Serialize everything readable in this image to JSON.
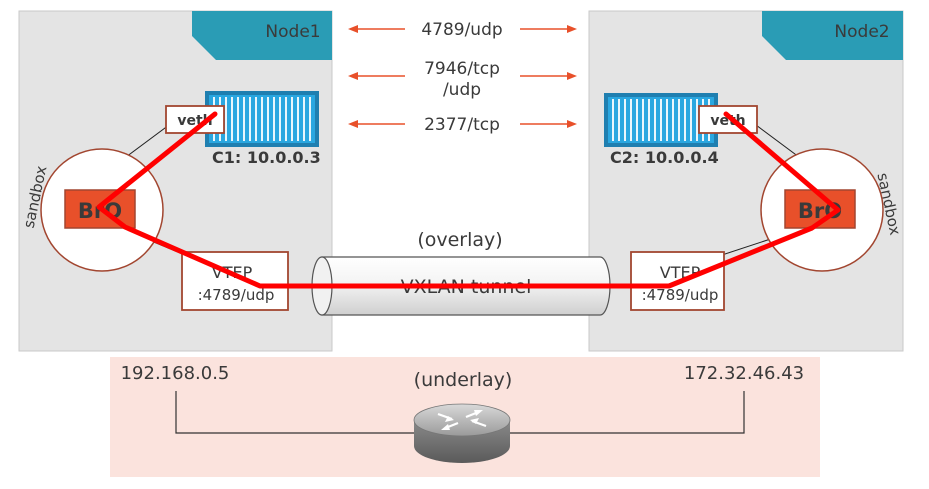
{
  "nodes": {
    "node1": {
      "title": "Node1",
      "container_label": "C1: 10.0.0.3",
      "veth_label": "veth",
      "bridge_label": "BrO",
      "sandbox_label": "sandbox",
      "vtep_label": "VTEP",
      "vtep_port": ":4789/udp",
      "ip": "192.168.0.5"
    },
    "node2": {
      "title": "Node2",
      "container_label": "C2: 10.0.0.4",
      "veth_label": "veth",
      "bridge_label": "BrO",
      "sandbox_label": "sandbox",
      "vtep_label": "VTEP",
      "vtep_port": ":4789/udp",
      "ip": "172.32.46.43"
    }
  },
  "ports": [
    {
      "lines": [
        "4789/udp"
      ]
    },
    {
      "lines": [
        "7946/tcp",
        "/udp"
      ]
    },
    {
      "lines": [
        "2377/tcp"
      ]
    }
  ],
  "overlay_label": "(overlay)",
  "tunnel_label": "VXLAN tunnel",
  "underlay_label": "(underlay)",
  "colors": {
    "node_bg": "#e4e4e4",
    "node_tab": "#2a9cb5",
    "container": "#2aa7e0",
    "bridge": "#e8502a",
    "box_border": "#a24630",
    "sandbox_border": "#a24630",
    "path": "#ff0000",
    "arrow": "#e8502a",
    "underlay_bg": "#fbe3dd"
  }
}
